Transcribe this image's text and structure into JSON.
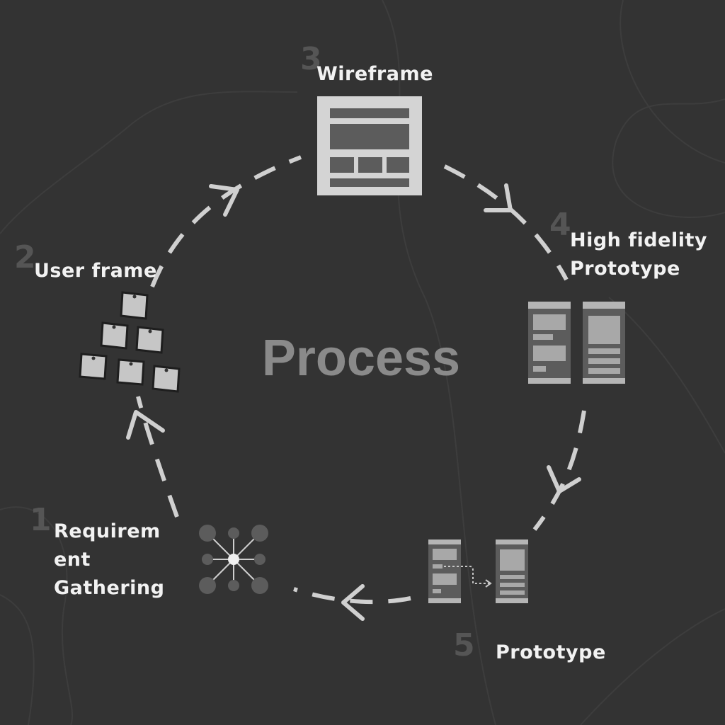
{
  "title": "Process",
  "steps": [
    {
      "number": "1",
      "label_lines": [
        "Requirem",
        "ent",
        "Gathering"
      ],
      "icon": "network-icon"
    },
    {
      "number": "2",
      "label_lines": [
        "User frame"
      ],
      "icon": "sticky-notes-icon"
    },
    {
      "number": "3",
      "label_lines": [
        "Wireframe"
      ],
      "icon": "wireframe-icon"
    },
    {
      "number": "4",
      "label_lines": [
        "High fidelity",
        "Prototype"
      ],
      "icon": "hifi-screens-icon"
    },
    {
      "number": "5",
      "label_lines": [
        "Prototype"
      ],
      "icon": "linked-screens-icon"
    }
  ],
  "colors": {
    "background": "#333333",
    "arrow": "#d0d0d0",
    "icon_light": "#d4d4d4",
    "icon_dark": "#5c5c5c",
    "step_number": "#555555",
    "title": "#8a8a8a"
  }
}
